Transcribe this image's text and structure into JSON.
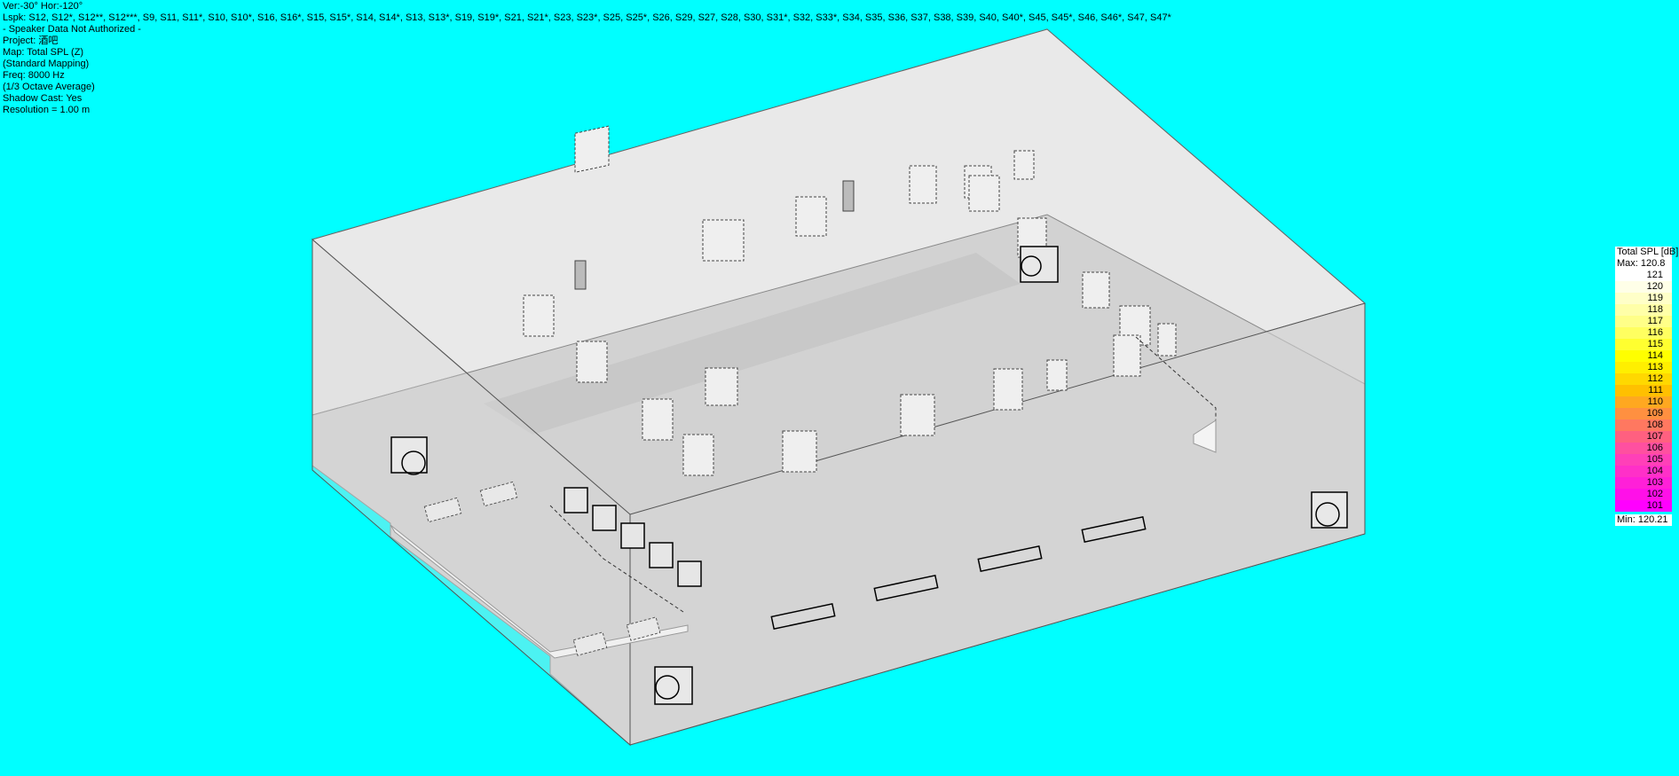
{
  "info": {
    "view": "Ver:-30°   Hor:-120°",
    "lspk": "Lspk: S12, S12*, S12**, S12***, S9, S11, S11*, S10, S10*, S16, S16*, S15, S15*, S14, S14*, S13, S13*, S19, S19*, S21, S21*, S23, S23*, S25, S25*, S26, S29, S27, S28, S30, S31*, S32, S33*, S34, S35, S36, S37, S38, S39, S40, S40*, S45, S45*, S46, S46*, S47, S47*",
    "authorization": "- Speaker Data Not Authorized -",
    "project": "Project: 酒吧",
    "map": "Map: Total SPL (Z)",
    "mapping": "(Standard Mapping)",
    "freq": "Freq: 8000 Hz",
    "average": "(1/3 Octave Average)",
    "shadow": "Shadow Cast: Yes",
    "resolution": "Resolution =   1.00 m"
  },
  "legend": {
    "title": "Total SPL [dB]",
    "max_label": "Max:  120.8",
    "min_label": "Min:  120.21",
    "scale": [
      {
        "label": "121",
        "color": "#ffffff"
      },
      {
        "label": "120",
        "color": "#ffffe8"
      },
      {
        "label": "119",
        "color": "#ffffc8"
      },
      {
        "label": "118",
        "color": "#ffffa8"
      },
      {
        "label": "117",
        "color": "#ffff88"
      },
      {
        "label": "116",
        "color": "#ffff60"
      },
      {
        "label": "115",
        "color": "#ffff30"
      },
      {
        "label": "114",
        "color": "#ffff00"
      },
      {
        "label": "113",
        "color": "#ffef00"
      },
      {
        "label": "112",
        "color": "#ffd800"
      },
      {
        "label": "111",
        "color": "#ffc000"
      },
      {
        "label": "110",
        "color": "#ffa820"
      },
      {
        "label": "109",
        "color": "#ff9040"
      },
      {
        "label": "108",
        "color": "#ff7860"
      },
      {
        "label": "107",
        "color": "#ff6080"
      },
      {
        "label": "106",
        "color": "#ff50a0"
      },
      {
        "label": "105",
        "color": "#ff40b8"
      },
      {
        "label": "104",
        "color": "#ff30c8"
      },
      {
        "label": "103",
        "color": "#ff20d8"
      },
      {
        "label": "102",
        "color": "#ff10e8"
      },
      {
        "label": "101",
        "color": "#ff00ff"
      }
    ]
  }
}
